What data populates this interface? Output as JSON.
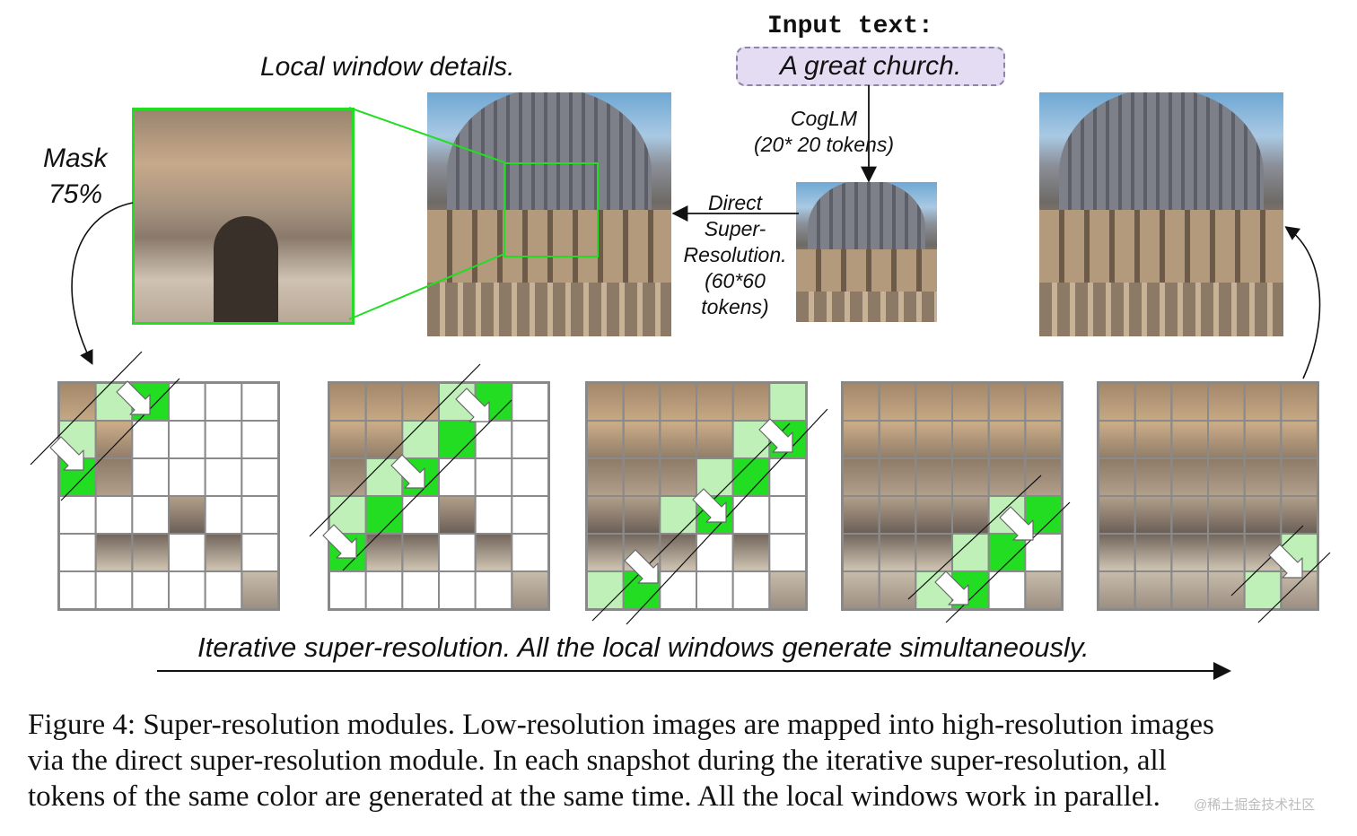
{
  "labels": {
    "local_window": "Local window details.",
    "mask": "Mask",
    "mask_pct": "75%",
    "input_title": "Input text:",
    "prompt": "A great church.",
    "coglm_line1": "CogLM",
    "coglm_line2": "(20* 20 tokens)",
    "direct_line1": "Direct",
    "direct_line2": "Super-",
    "direct_line3": "Resolution.",
    "direct_line4": "(60*60",
    "direct_line5": "tokens)",
    "iterative": "Iterative super-resolution. All the local windows generate simultaneously."
  },
  "caption": {
    "line1": "Figure 4: Super-resolution modules. Low-resolution images are mapped into high-resolution images",
    "line2": "via the direct super-resolution module. In each snapshot during the iterative super-resolution, all",
    "line3": "tokens of the same color are generated at the same time. All the local windows work in parallel."
  },
  "watermark": "@稀土掘金技术社区",
  "colors": {
    "dark_green": "#22dd22",
    "light_green": "#bff0b8",
    "prompt_bg": "#e3dcf2"
  },
  "snapshots": [
    [
      [
        "img",
        "lg",
        "dg",
        "w",
        "w",
        "w"
      ],
      [
        "lg",
        "img",
        "w",
        "w",
        "w",
        "w"
      ],
      [
        "dg",
        "img",
        "w",
        "w",
        "w",
        "w"
      ],
      [
        "w",
        "w",
        "w",
        "img",
        "w",
        "w"
      ],
      [
        "w",
        "img",
        "img",
        "w",
        "img",
        "w"
      ],
      [
        "w",
        "w",
        "w",
        "w",
        "w",
        "img"
      ]
    ],
    [
      [
        "img",
        "img",
        "img",
        "lg",
        "dg",
        "w"
      ],
      [
        "img",
        "img",
        "lg",
        "dg",
        "w",
        "w"
      ],
      [
        "img",
        "lg",
        "dg",
        "w",
        "w",
        "w"
      ],
      [
        "lg",
        "dg",
        "w",
        "img",
        "w",
        "w"
      ],
      [
        "dg",
        "img",
        "img",
        "w",
        "img",
        "w"
      ],
      [
        "w",
        "w",
        "w",
        "w",
        "w",
        "img"
      ]
    ],
    [
      [
        "img",
        "img",
        "img",
        "img",
        "img",
        "lg"
      ],
      [
        "img",
        "img",
        "img",
        "img",
        "lg",
        "dg"
      ],
      [
        "img",
        "img",
        "img",
        "lg",
        "dg",
        "w"
      ],
      [
        "img",
        "img",
        "lg",
        "dg",
        "w",
        "w"
      ],
      [
        "img",
        "img",
        "img",
        "w",
        "img",
        "w"
      ],
      [
        "lg",
        "dg",
        "w",
        "w",
        "w",
        "img"
      ]
    ],
    [
      [
        "img",
        "img",
        "img",
        "img",
        "img",
        "img"
      ],
      [
        "img",
        "img",
        "img",
        "img",
        "img",
        "img"
      ],
      [
        "img",
        "img",
        "img",
        "img",
        "img",
        "img"
      ],
      [
        "img",
        "img",
        "img",
        "img",
        "lg",
        "dg"
      ],
      [
        "img",
        "img",
        "img",
        "lg",
        "dg",
        "w"
      ],
      [
        "img",
        "img",
        "lg",
        "dg",
        "w",
        "img"
      ]
    ],
    [
      [
        "img",
        "img",
        "img",
        "img",
        "img",
        "img"
      ],
      [
        "img",
        "img",
        "img",
        "img",
        "img",
        "img"
      ],
      [
        "img",
        "img",
        "img",
        "img",
        "img",
        "img"
      ],
      [
        "img",
        "img",
        "img",
        "img",
        "img",
        "img"
      ],
      [
        "img",
        "img",
        "img",
        "img",
        "img",
        "lg"
      ],
      [
        "img",
        "img",
        "img",
        "img",
        "lg",
        "img"
      ]
    ]
  ]
}
